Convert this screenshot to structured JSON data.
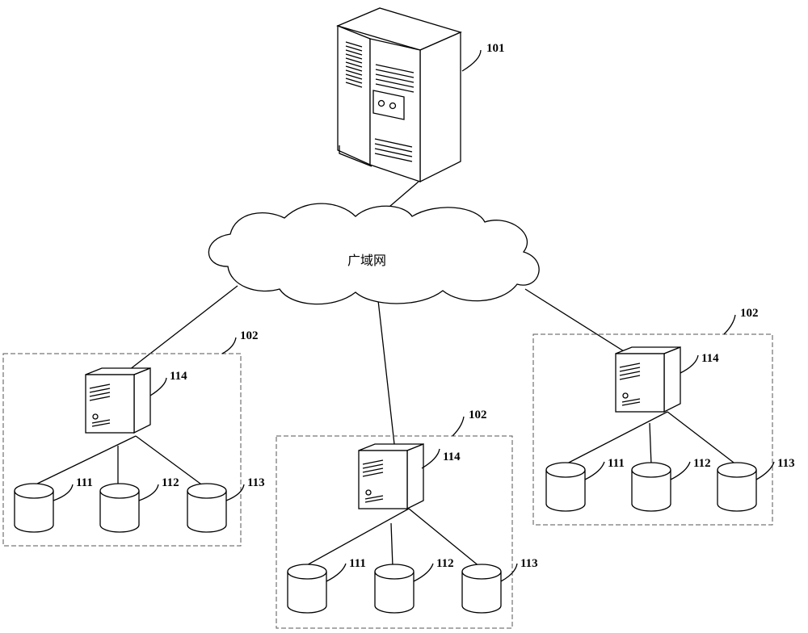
{
  "wan": {
    "label": "广域网"
  },
  "server": {
    "label": "101"
  },
  "groups": [
    {
      "label": "102",
      "gateway_label": "114",
      "storage_labels": [
        "111",
        "112",
        "113"
      ]
    },
    {
      "label": "102",
      "gateway_label": "114",
      "storage_labels": [
        "111",
        "112",
        "113"
      ]
    },
    {
      "label": "102",
      "gateway_label": "114",
      "storage_labels": [
        "111",
        "112",
        "113"
      ]
    }
  ]
}
